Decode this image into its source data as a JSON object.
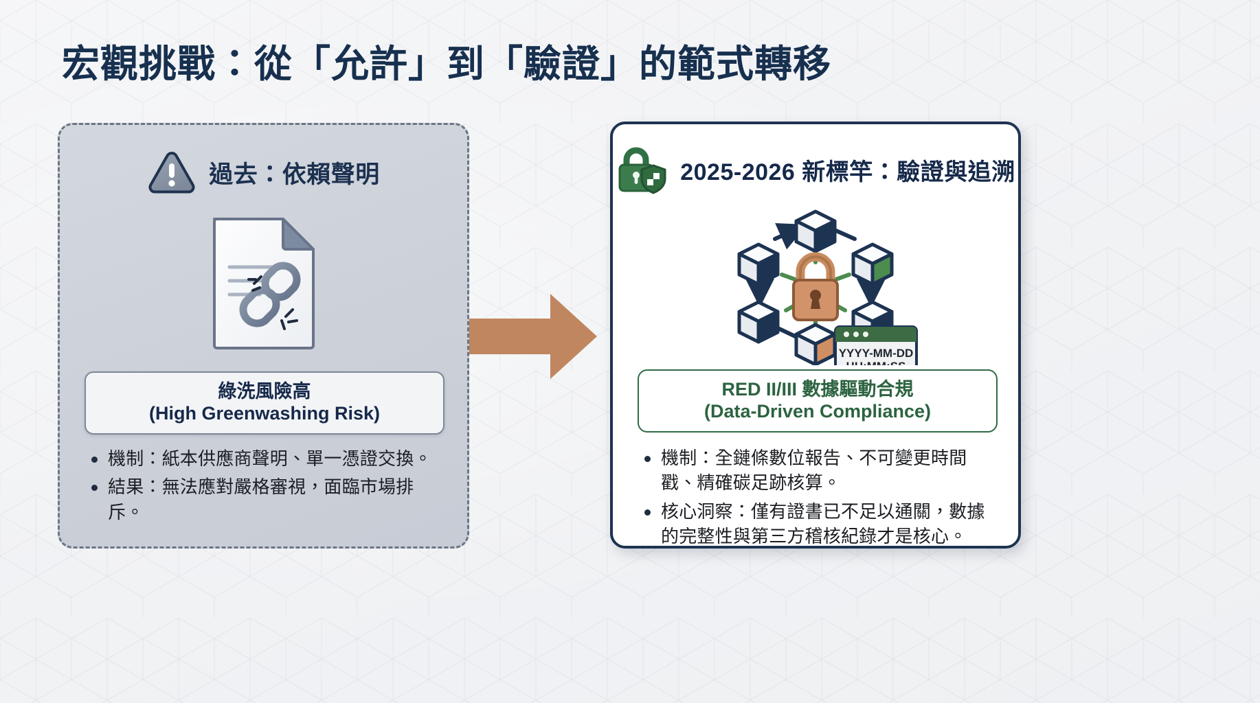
{
  "slide": {
    "title": "宏觀挑戰：從「允許」到「驗證」的範式轉移",
    "accent_navy": "#17304f",
    "accent_green": "#2c6340",
    "accent_terracotta": "#c0865f",
    "panel_past_fill": "#ced2da",
    "panel_future_fill": "#ffffff"
  },
  "past_panel": {
    "icon": "warning-triangle-icon",
    "heading": "過去：依賴聲明",
    "art_icon": "broken-chain-document-icon",
    "callout": {
      "line1": "綠洗風險高",
      "line2": "(High Greenwashing Risk)"
    },
    "bullets": [
      "機制：紙本供應商聲明、單一憑證交換。",
      "結果：無法應對嚴格審視，面臨市場排斥。"
    ]
  },
  "transition": {
    "icon": "right-arrow-icon"
  },
  "future_panel": {
    "icon": "lock-shield-icon",
    "heading": "2025-2026 新標竿：驗證與追溯",
    "art_icon": "blockchain-network-lock-icon",
    "timestamp_card": {
      "line1": "YYYY-MM-DD",
      "line2": "HH:MM:SS"
    },
    "callout": {
      "line1": "RED II/III 數據驅動合規",
      "line2": "(Data-Driven Compliance)"
    },
    "bullets": [
      "機制：全鏈條數位報告、不可變更時間戳、精確碳足跡核算。",
      "核心洞察：僅有證書已不足以通關，數據的完整性與第三方稽核紀錄才是核心。"
    ]
  }
}
